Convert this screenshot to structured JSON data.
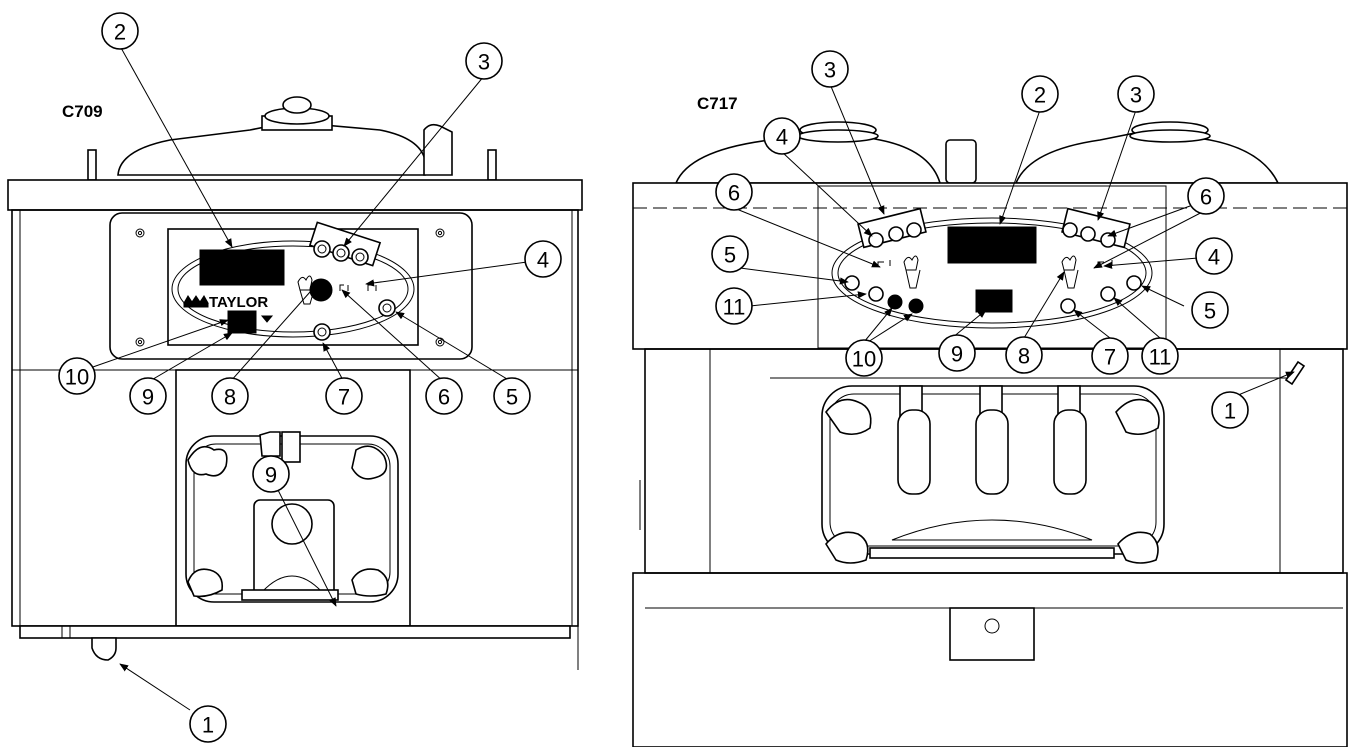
{
  "machines": [
    {
      "model": "C709",
      "brand": "TAYLOR",
      "callouts": [
        "2",
        "3",
        "4",
        "10",
        "9",
        "8",
        "7",
        "6",
        "5",
        "9",
        "1"
      ]
    },
    {
      "model": "C717",
      "callouts": [
        "3",
        "2",
        "3",
        "4",
        "6",
        "6",
        "5",
        "4",
        "11",
        "5",
        "10",
        "9",
        "8",
        "7",
        "11",
        "1"
      ]
    }
  ]
}
